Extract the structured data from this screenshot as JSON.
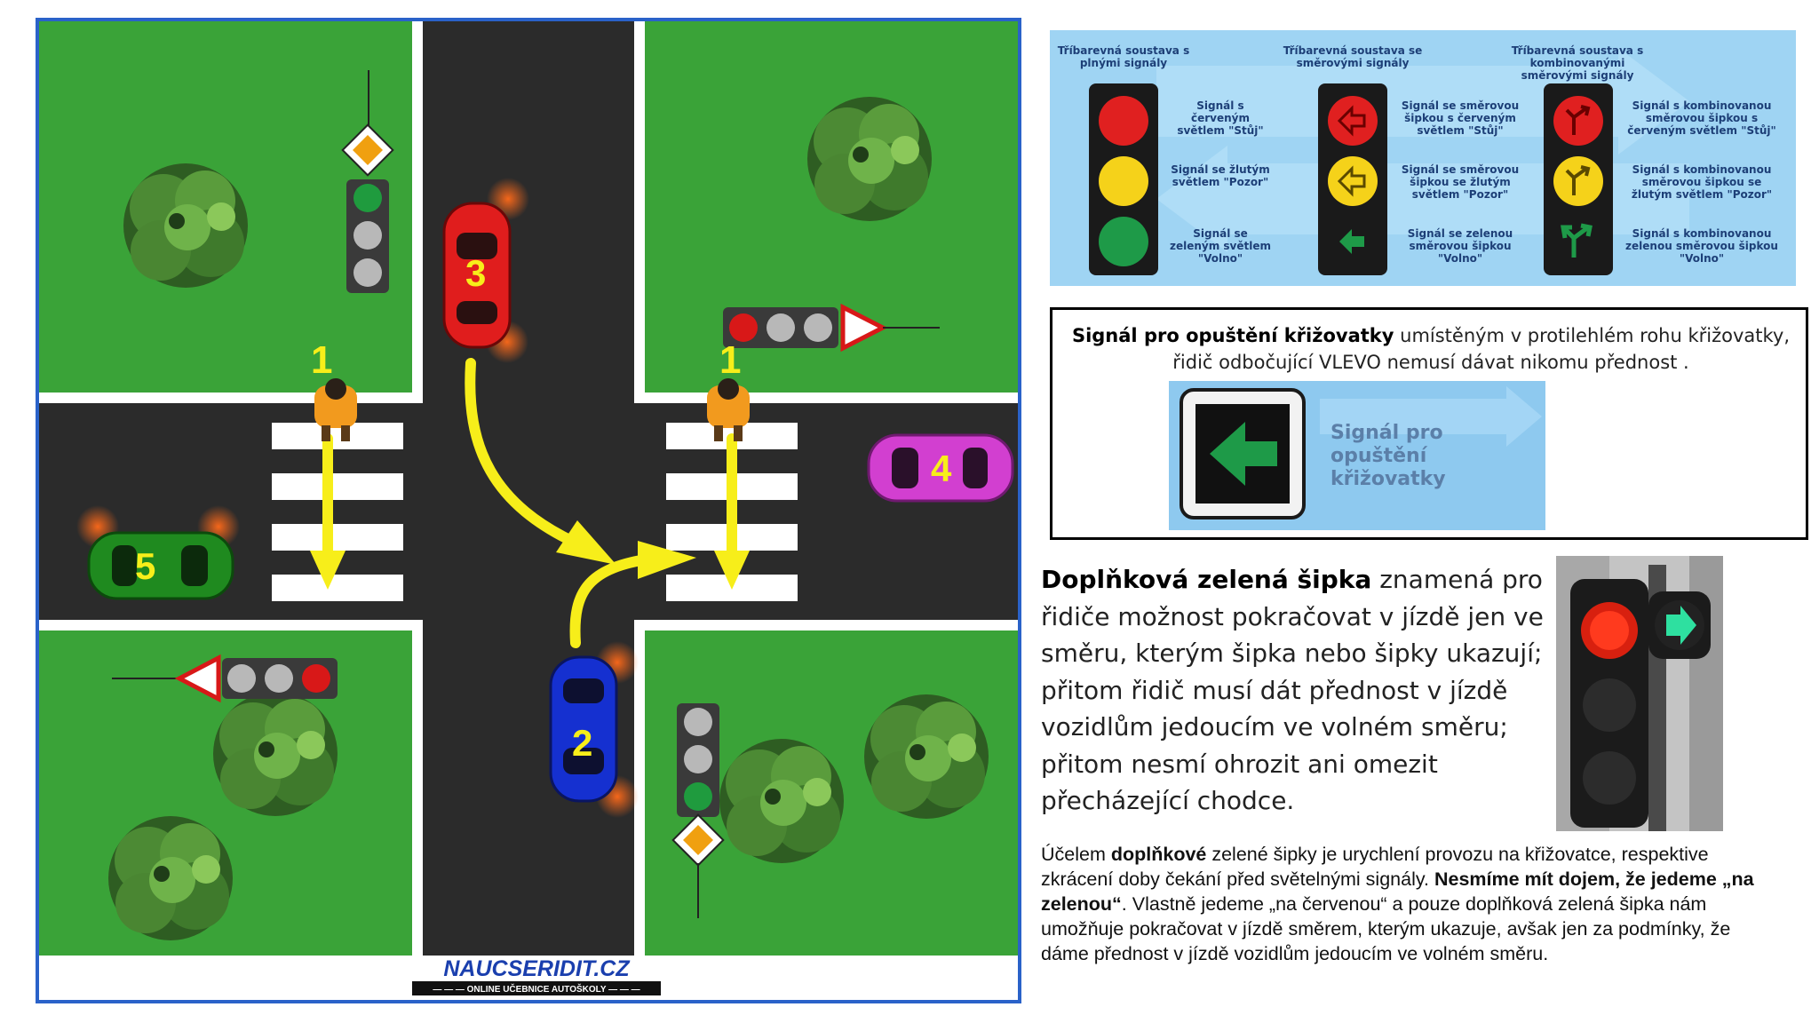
{
  "scene": {
    "pedestrian_labels": [
      "1",
      "1"
    ],
    "car_labels": [
      "2",
      "3",
      "4",
      "5"
    ],
    "logo": "NAUCSERIDIT.CZ",
    "logo_sub": "— — — ONLINE UČEBNICE AUTOŠKOLY — — —"
  },
  "light_systems": {
    "columns": [
      {
        "title": "Tříbarevná soustava s plnými signály",
        "labels": [
          "Signál s červeným světlem \"Stůj\"",
          "Signál se žlutým světlem \"Pozor\"",
          "Signál se zeleným světlem \"Volno\""
        ]
      },
      {
        "title": "Tříbarevná soustava se směrovými signály",
        "labels": [
          "Signál se směrovou šipkou s červeným světlem \"Stůj\"",
          "Signál se směrovou šipkou se žlutým světlem \"Pozor\"",
          "Signál se zelenou směrovou šipkou \"Volno\""
        ]
      },
      {
        "title": "Tříbarevná soustava s kombinovanými směrovými signály",
        "labels": [
          "Signál s kombinovanou směrovou šipkou s červeným světlem \"Stůj\"",
          "Signál s kombinovanou směrovou šipkou se žlutým světlem \"Pozor\"",
          "Signál s kombinovanou zelenou směrovou šipkou \"Volno\""
        ]
      }
    ]
  },
  "exit_signal": {
    "title_bold": "Signál pro opuštění křižovatky",
    "title_rest": " umístěným v protilehlém rohu křižovatky, řidič odbočující VLEVO nemusí dávat nikomu přednost .",
    "sign_label_line1": "Signál pro",
    "sign_label_line2": "opuštění křižovatky"
  },
  "green_arrow": {
    "bold": "Doplňková zelená šipka",
    "text": "  znamená pro řidiče možnost pokračovat v jízdě jen ve směru, kterým šipka nebo šipky ukazují; přitom řidič musí dát přednost v jízdě vozidlům jedoucím ve volném směru; přitom nesmí ohrozit ani omezit přecházející chodce."
  },
  "note": {
    "p1": "Účelem ",
    "b1": "doplňkové",
    "p2": " zelené šipky je urychlení provozu na křižovatce, respektive zkrácení doby čekání před světelnými signály. ",
    "b2": "Nesmíme mít dojem, že jedeme „na zelenou“",
    "p3": ". Vlastně jedeme „na červenou“ a pouze doplňková zelená šipka nám umožňuje pokračovat v jízdě směrem, kterým ukazuje, avšak jen za podmínky, že dáme přednost v jízdě vozidlům jedoucím ve volném směru."
  },
  "colors": {
    "grass": "#3aa338",
    "road": "#2b2b2b",
    "arrow": "#f7ee1a",
    "frame": "#2a62c9",
    "car_red": "#e01d1d",
    "car_blue": "#1530d0",
    "car_magenta": "#d23fd0",
    "car_green": "#1f8a1f"
  }
}
